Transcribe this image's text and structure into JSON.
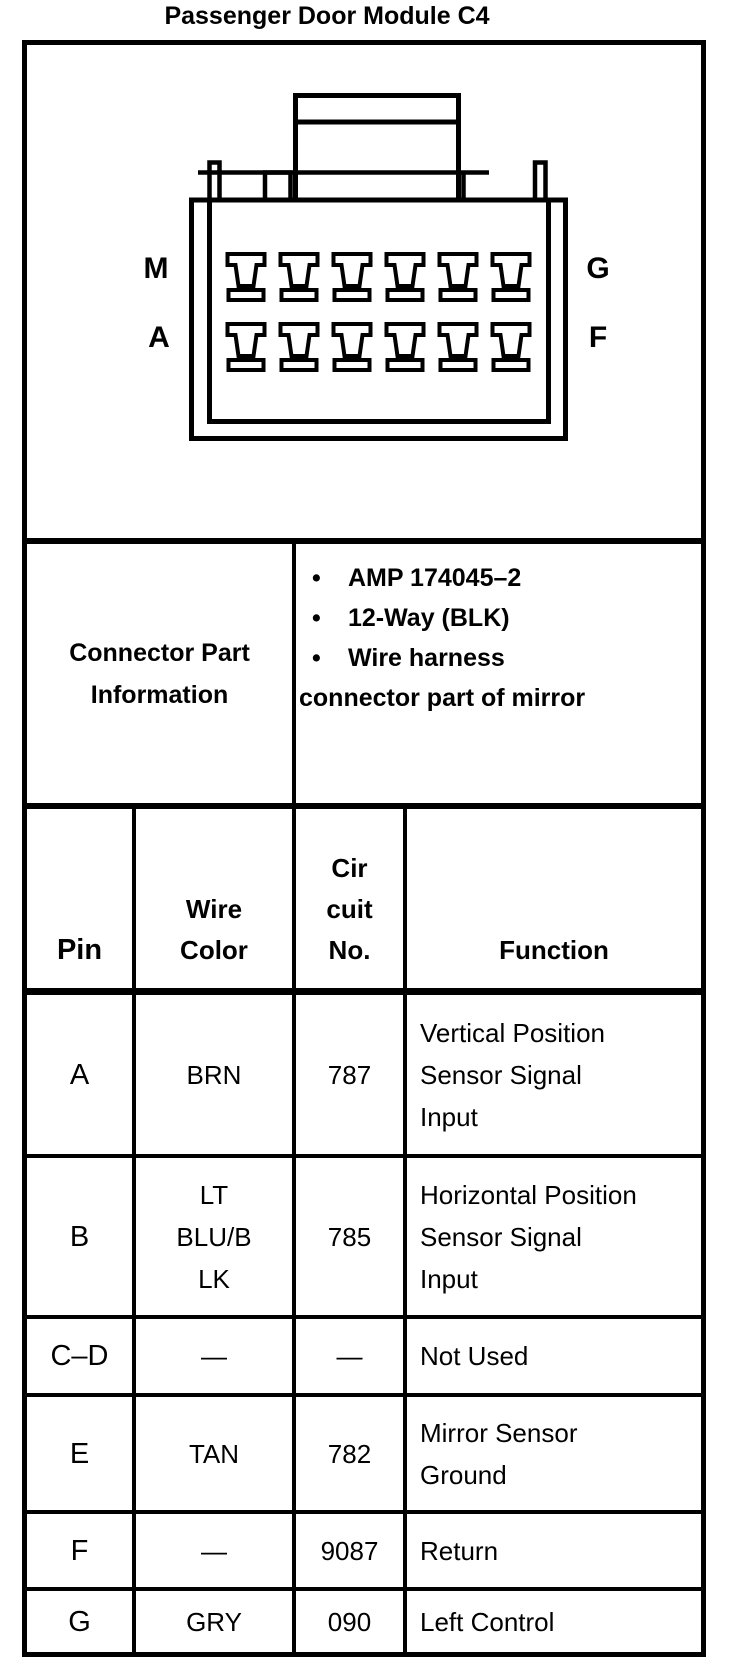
{
  "title": "Passenger Door Module C4",
  "connector": {
    "description": "12-way connector face view, 2 rows of 6 terminals",
    "rows": 2,
    "cols": 6,
    "pin_labels": {
      "top_left": "M",
      "bottom_left": "A",
      "top_right": "G",
      "bottom_right": "F"
    }
  },
  "part_info": {
    "label": "Connector Part\nInformation",
    "bullets": [
      "AMP 174045–2",
      "12-Way (BLK)",
      "Wire harness"
    ],
    "continuation": "connector part of mirror"
  },
  "table": {
    "headers": {
      "pin": "Pin",
      "wire_color": "Wire\nColor",
      "circuit_no": "Cir\ncuit\nNo.",
      "function": "Function"
    },
    "rows": [
      {
        "pin": "A",
        "wire_color": "BRN",
        "circuit_no": "787",
        "function": "Vertical Position\nSensor Signal\nInput"
      },
      {
        "pin": "B",
        "wire_color": "LT\nBLU/B\nLK",
        "circuit_no": "785",
        "function": "Horizontal Position\nSensor Signal\nInput"
      },
      {
        "pin": "C–D",
        "wire_color": "—",
        "circuit_no": "—",
        "function": "Not Used"
      },
      {
        "pin": "E",
        "wire_color": "TAN",
        "circuit_no": "782",
        "function": "Mirror Sensor\nGround"
      },
      {
        "pin": "F",
        "wire_color": "—",
        "circuit_no": "9087",
        "function": "Return"
      },
      {
        "pin": "G",
        "wire_color": "GRY",
        "circuit_no": "090",
        "function": "Left Control"
      }
    ]
  },
  "colors": {
    "ink": "#000000",
    "background": "#ffffff"
  }
}
